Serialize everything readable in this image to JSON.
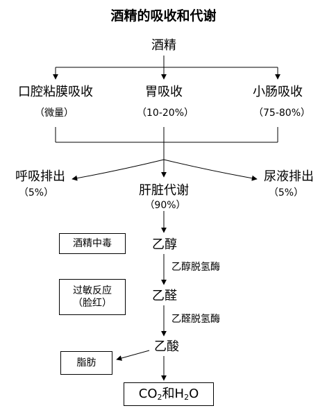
{
  "title": "酒精的吸收和代谢",
  "root": "酒精",
  "absorption": [
    {
      "label": "口腔粘膜吸收",
      "value": "（微量）"
    },
    {
      "label": "胃吸收",
      "value": "（10-20%）"
    },
    {
      "label": "小肠吸收",
      "value": "（75-80%）"
    }
  ],
  "routes": [
    {
      "label": "呼吸排出",
      "value": "（5%）"
    },
    {
      "label": "肝脏代谢",
      "value": "（90%）"
    },
    {
      "label": "尿液排出",
      "value": "（5%）"
    }
  ],
  "metabolism": {
    "ethanol": "乙醇",
    "enzyme1": "乙醇脱氢酶",
    "acetaldehyde": "乙醛",
    "enzyme2": "乙醛脱氢酶",
    "acetic_acid": "乙酸"
  },
  "side_effects": {
    "poisoning": "酒精中毒",
    "allergy": "过敏反应",
    "allergy_note": "（脸红）",
    "fat": "脂肪"
  },
  "products": {
    "co": "CO",
    "sub1": "2",
    "and": "和H",
    "sub2": "2",
    "o": "O"
  }
}
